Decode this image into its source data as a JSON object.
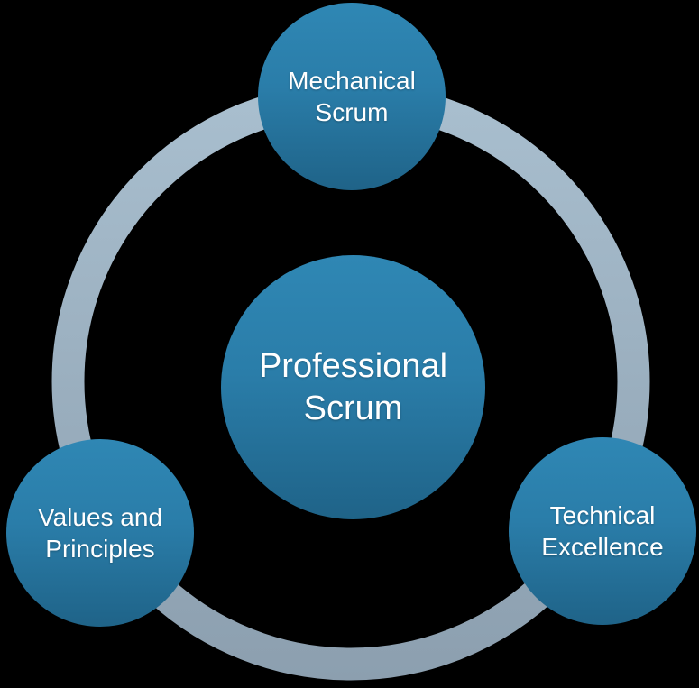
{
  "canvas": {
    "background": "#000000"
  },
  "diagram": {
    "type": "hub-and-spoke-cycle",
    "nodes": {
      "center": {
        "lines": [
          "Professional",
          "Scrum"
        ]
      },
      "top": {
        "lines": [
          "Mechanical",
          "Scrum"
        ]
      },
      "bottom_left": {
        "lines": [
          "Values and",
          "Principles"
        ]
      },
      "bottom_right": {
        "lines": [
          "Technical",
          "Excellence"
        ]
      }
    },
    "colors": {
      "node_gradient_top": "#2F87B4",
      "node_gradient_bottom": "#1F6388",
      "ring_gradient_top": "#A9BFCF",
      "ring_gradient_bottom": "#8C9FAF",
      "text": "#FFFFFF",
      "background": "#000000"
    }
  }
}
